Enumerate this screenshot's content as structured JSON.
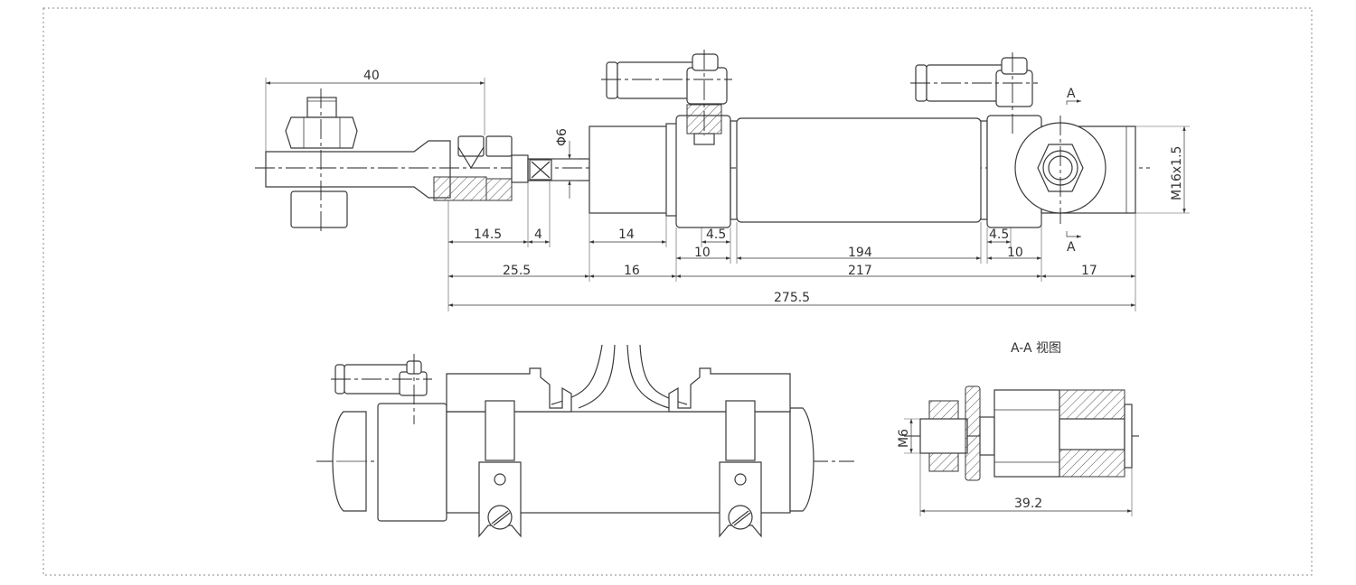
{
  "dimensions": {
    "d40": "40",
    "d14_5": "14.5",
    "d4": "4",
    "d14": "14",
    "d4_5a": "4.5",
    "d10a": "10",
    "d194": "194",
    "d4_5b": "4.5",
    "d10b": "10",
    "d25_5": "25.5",
    "d16": "16",
    "d217": "217",
    "d17": "17",
    "d275_5": "275.5",
    "phi6": "Φ6",
    "thread": "M16x1.5",
    "m6": "M6",
    "d39_2": "39.2"
  },
  "section": {
    "marker_top": "A",
    "marker_bottom": "A",
    "view_title": "A-A 视图"
  }
}
